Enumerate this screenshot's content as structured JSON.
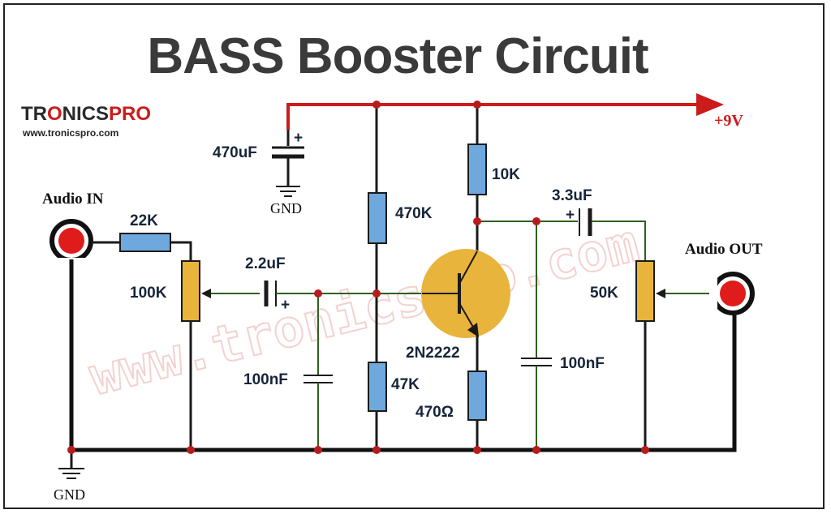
{
  "title": "BASS Booster Circuit",
  "brand": {
    "logo_prefix": "TR",
    "logo_o": "O",
    "logo_mid": "NICS",
    "logo_suffix": "PRO",
    "url": "www.tronicspro.com"
  },
  "watermark": "www.tronicspro.com",
  "supply_label": "+9V",
  "ground_label_top": "GND",
  "ground_label_bottom": "GND",
  "audio_in_label": "Audio IN",
  "audio_out_label": "Audio OUT",
  "components": {
    "c_supply": "470uF",
    "r_input": "22K",
    "pot_input": "100K",
    "c_coupling_in": "2.2uF",
    "c_filter_left": "100nF",
    "r_bias_top": "470K",
    "r_bias_bottom": "47K",
    "r_collector": "10K",
    "transistor": "2N2222",
    "r_emitter": "470Ω",
    "c_coupling_out": "3.3uF",
    "c_filter_right": "100nF",
    "pot_output": "50K"
  },
  "polarity_mark": "+",
  "colors": {
    "supply_rail": "#cc1b1b",
    "resistor": "#6fa8dc",
    "potentiometer": "#e8b43c",
    "transistor": "#e8b43c",
    "jack": "#e01b1b",
    "node": "#b71c1c",
    "signal_wire": "#2f5f1f"
  }
}
